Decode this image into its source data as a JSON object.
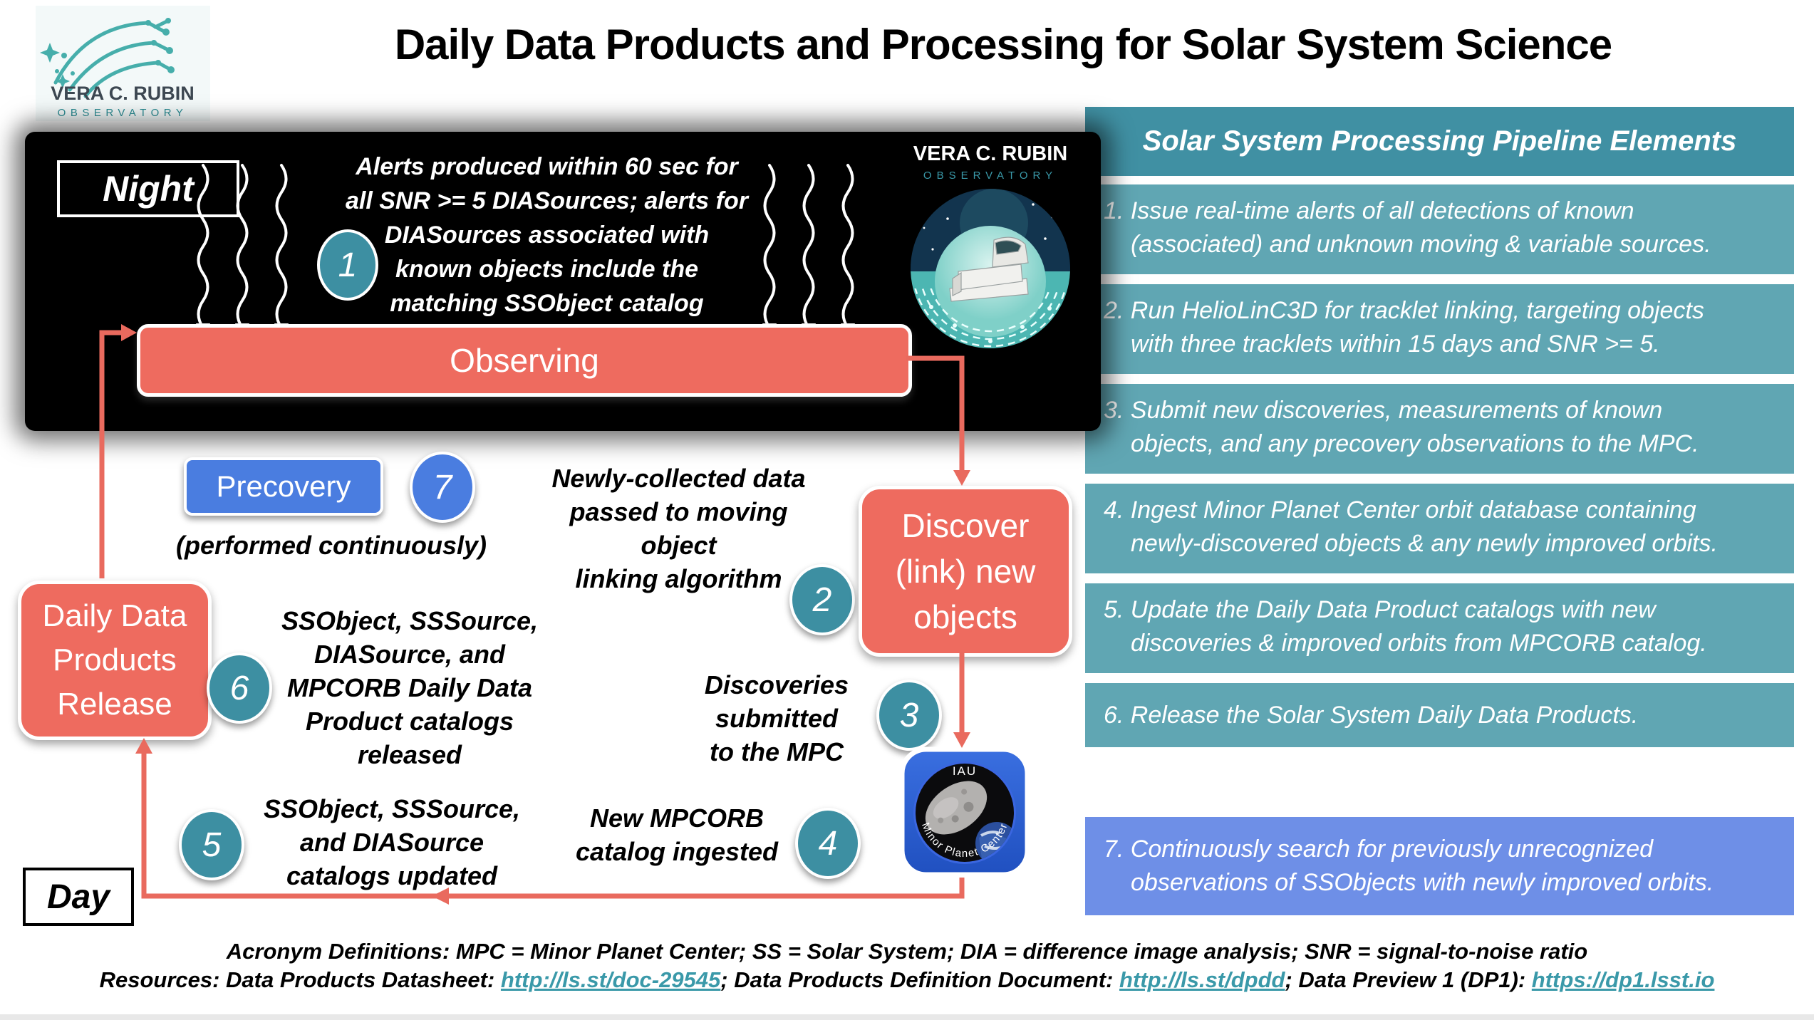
{
  "title": "Daily Data Products and Processing for Solar System Science",
  "logo": {
    "name": "VERA C. RUBIN",
    "sub": "OBSERVATORY"
  },
  "night": {
    "label": "Night",
    "step": "1",
    "alert_text": "Alerts produced within 60 sec for\nall SNR >= 5 DIASources; alerts for\nDIASources associated with\nknown objects include the\nmatching SSObject catalog",
    "badge_name": "VERA C. RUBIN",
    "badge_sub": "OBSERVATORY",
    "observing": "Observing"
  },
  "day_label": "Day",
  "flow": {
    "precovery": "Precovery",
    "precovery_note": "(performed continuously)",
    "newly_collected": "Newly-collected data\npassed to moving object\nlinking algorithm",
    "discover": "Discover\n(link) new\nobjects",
    "daily_release": "Daily Data\nProducts\nRelease",
    "released_note": "SSObject, SSSource,\nDIASource, and\nMPCORB Daily Data\nProduct catalogs\nreleased",
    "updated_note": "SSObject, SSSource,\nand DIASource\ncatalogs updated",
    "discoveries_note": "Discoveries\nsubmitted\nto the MPC",
    "mpcorb_note": "New MPCORB\ncatalog ingested",
    "steps": {
      "s2": "2",
      "s3": "3",
      "s4": "4",
      "s5": "5",
      "s6": "6",
      "s7": "7"
    },
    "mpc_badge": {
      "iau": "IAU",
      "curved": "Minor Planet Center"
    }
  },
  "pipeline": {
    "title": "Solar System Processing Pipeline Elements",
    "items": [
      "1. Issue real-time alerts of all detections of known\n(associated) and unknown moving & variable sources.",
      "2. Run HelioLinC3D for tracklet linking, targeting objects\nwith three tracklets within 15 days and SNR >= 5.",
      "3. Submit new discoveries, measurements of known\nobjects, and any precovery observations to the MPC.",
      "4. Ingest Minor Planet Center orbit database containing\nnewly-discovered objects & any newly improved orbits.",
      "5. Update the Daily Data Product catalogs with new\ndiscoveries & improved orbits from MPCORB catalog.",
      "6. Release the Solar System Daily Data Products."
    ],
    "item7": "7. Continuously search for previously unrecognized\nobservations of SSObjects with newly improved orbits."
  },
  "footer": {
    "line1": "Acronym Definitions: MPC = Minor Planet Center; SS = Solar System; DIA = difference image analysis; SNR = signal-to-noise ratio",
    "line2": {
      "a": "Resources: Data Products Datasheet: ",
      "link1": "http://ls.st/doc-29545",
      "b": "; Data Products Definition Document: ",
      "link2": "http://ls.st/dpdd",
      "c": "; Data Preview 1 (DP1): ",
      "link3": "https://dp1.lsst.io"
    }
  },
  "colors": {
    "red": "#ee6b5f",
    "teal_circle": "#3d8fa2",
    "blue": "#4a7de0",
    "panel_header": "#4090a3",
    "panel_item": "#60a6b3",
    "panel_item7": "#6e8fe7",
    "link": "#3a99a9"
  }
}
